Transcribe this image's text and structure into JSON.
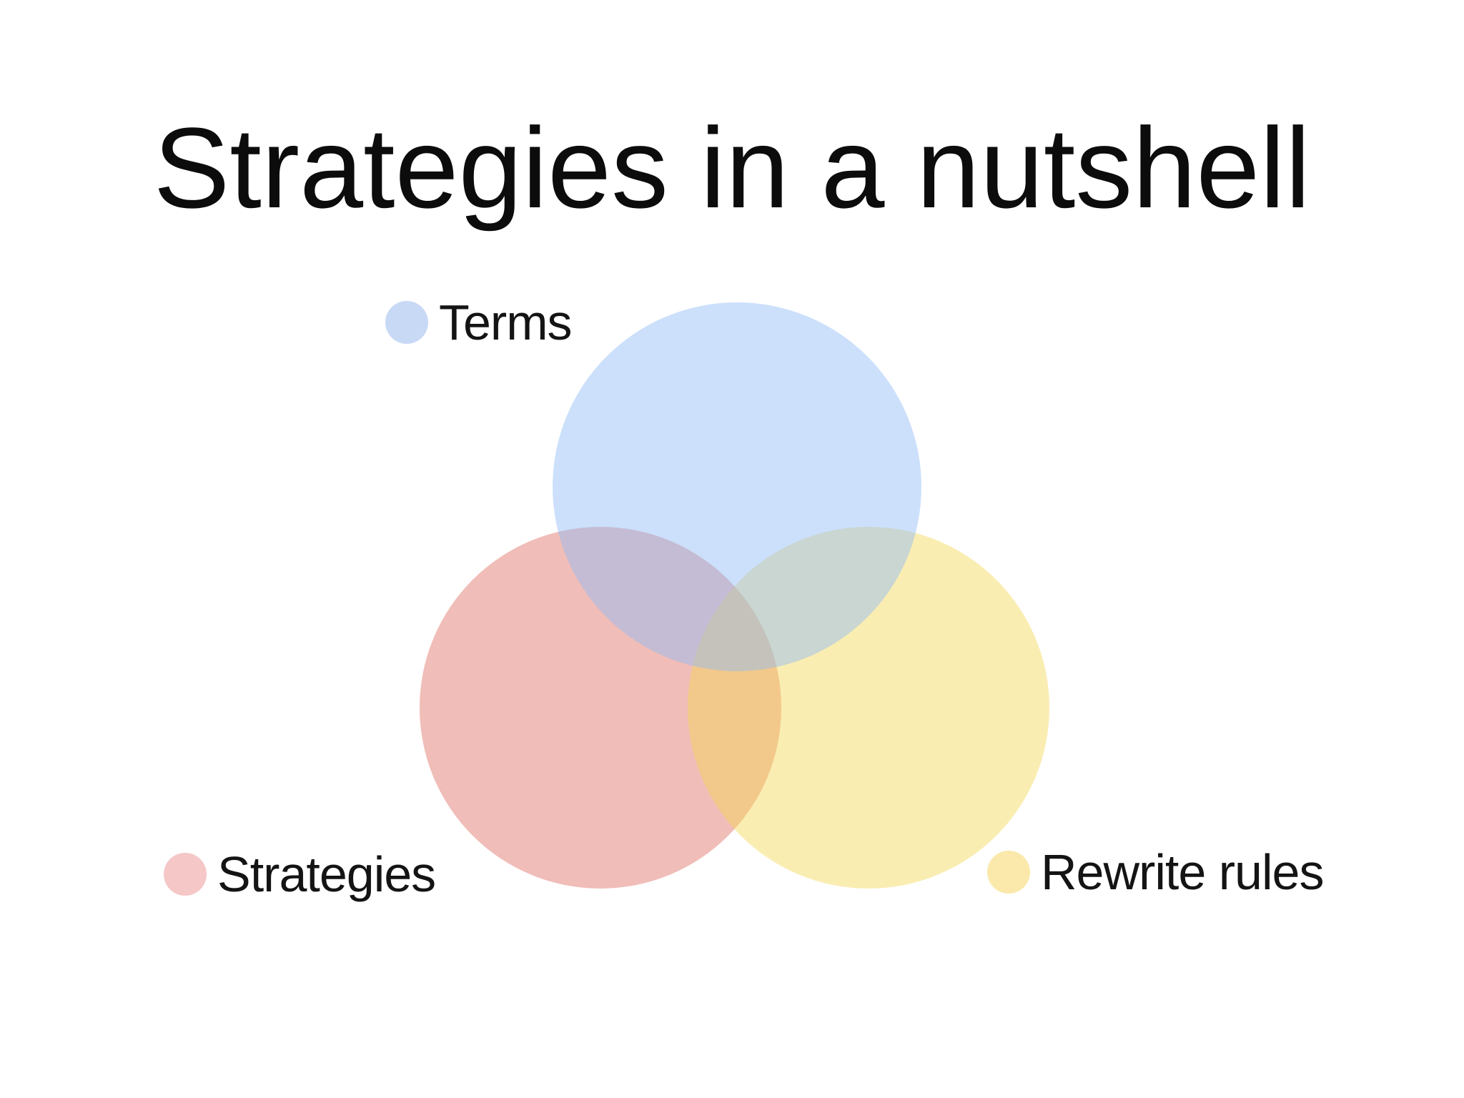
{
  "slide": {
    "title": "Strategies in a nutshell",
    "background_color": "#ffffff",
    "title_color": "#0c0c0c",
    "label_color": "#141414"
  },
  "diagram": {
    "type": "venn",
    "description": "Three equally sized overlapping translucent circles",
    "sets": [
      {
        "id": "terms",
        "label": "Terms",
        "fill": "rgba(142,186,246,0.45)",
        "flat_color": "#cce0fb",
        "legend_dot_color": "#c8d9f6",
        "position": "top"
      },
      {
        "id": "strategies",
        "label": "Strategies",
        "fill": "rgba(222,108,97,0.45)",
        "flat_color": "#f0bdb8",
        "legend_dot_color": "#f6c7c7",
        "position": "bottom-left"
      },
      {
        "id": "rewrite_rules",
        "label": "Rewrite rules",
        "fill": "rgba(244,215,84,0.45)",
        "flat_color": "#faedb2",
        "legend_dot_color": "#fae9ab",
        "position": "bottom-right"
      }
    ],
    "overlap_colors": {
      "terms_strategies": "#bcb4c9",
      "terms_rewrite_rules": "#ccd8cc",
      "strategies_rewrite_rules": "#ecbc7e",
      "all_three": "#bcb8a8"
    }
  }
}
